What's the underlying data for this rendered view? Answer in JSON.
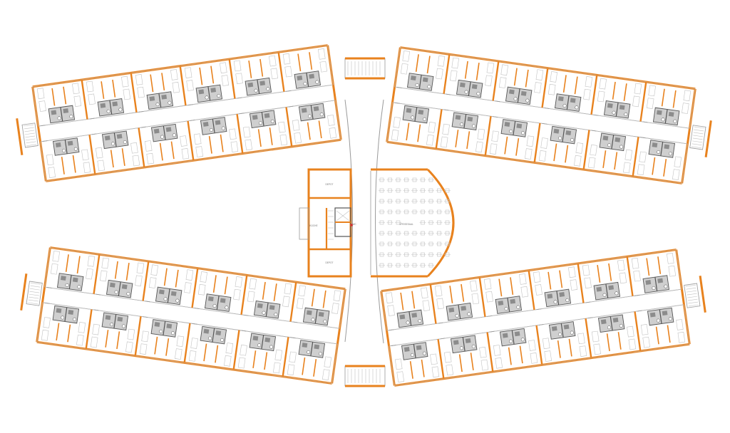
{
  "colors": {
    "background": "#ffffff",
    "wall": "#e8821e",
    "line": "#9a9a9a",
    "thin": "#c2c2c2",
    "bath": "#8c8c8c",
    "bath_fill": "#cfcfcf",
    "dark": "#555555"
  },
  "wings": [
    {
      "id": "top-left",
      "rooms_per_row": 6
    },
    {
      "id": "top-right",
      "rooms_per_row": 6
    },
    {
      "id": "bottom-left",
      "rooms_per_row": 6
    },
    {
      "id": "bottom-right",
      "rooms_per_row": 6
    }
  ],
  "core": {
    "labels": [
      "DEPOT",
      "DEPOT",
      "KÜCHE",
      "WC",
      "SPEISESAAL"
    ]
  },
  "dining_hall": {
    "table_rows": 9,
    "table_cols": 9
  },
  "stairs": [
    "stair-top",
    "stair-bottom"
  ]
}
